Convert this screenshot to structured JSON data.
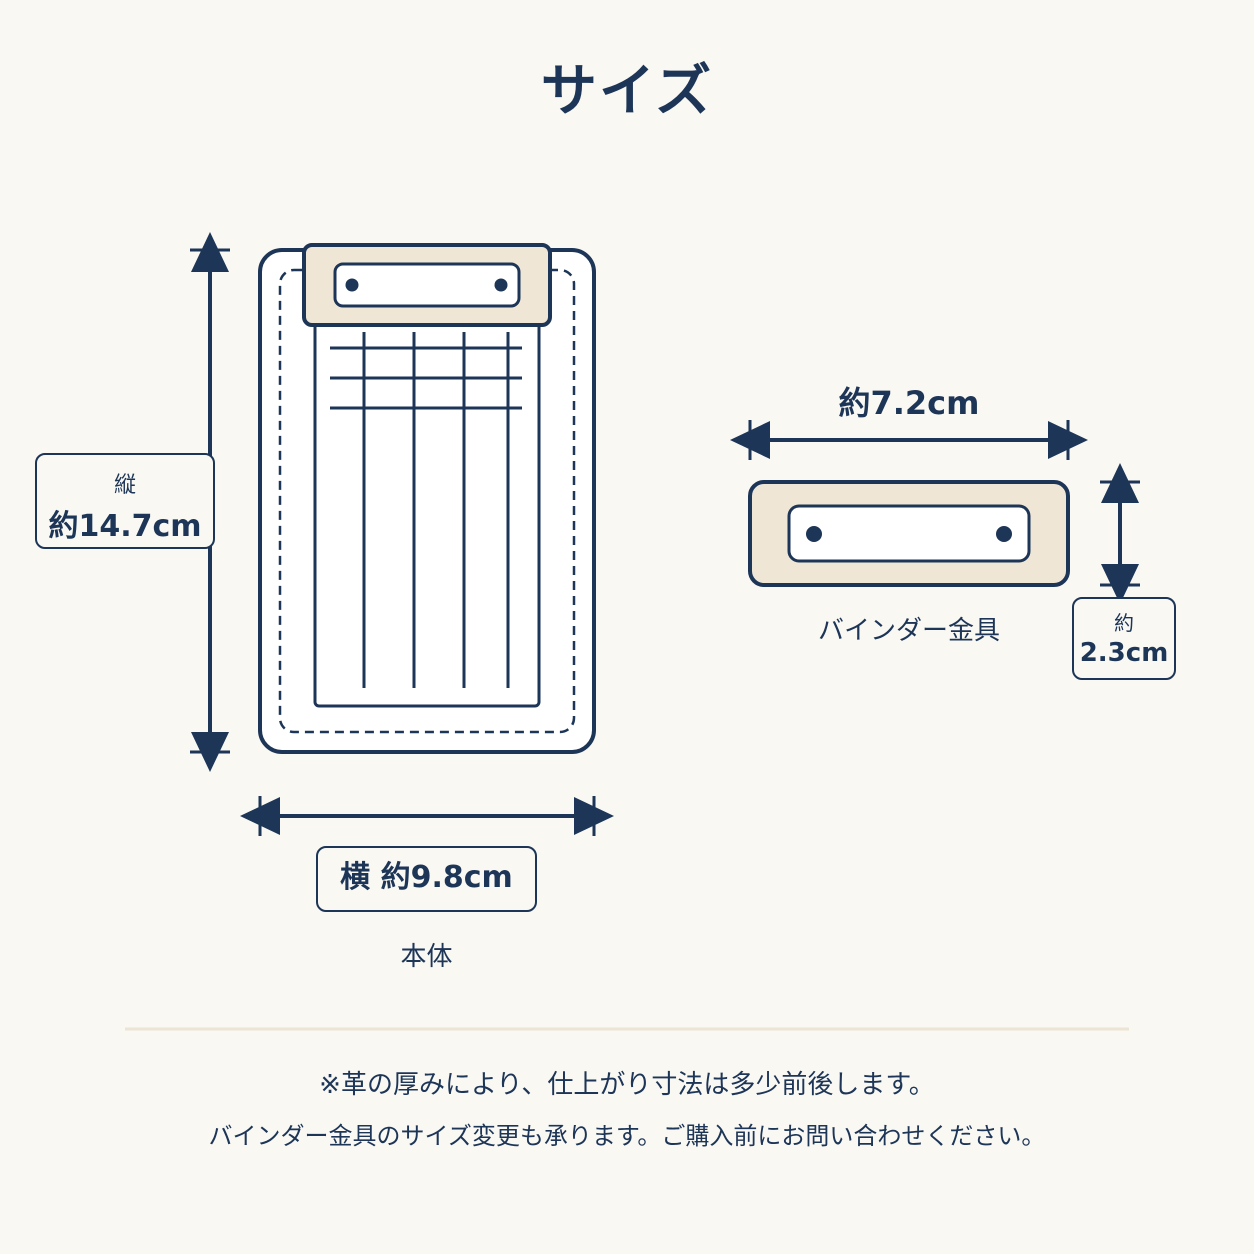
{
  "title": "サイズ",
  "body": {
    "height_label_top": "縦",
    "height_label_value": "約14.7cm",
    "width_label": "横 約9.8cm",
    "caption": "本体"
  },
  "binder": {
    "width_label": "約7.2cm",
    "height_label_top": "約",
    "height_label_value": "2.3cm",
    "caption": "バインダー金具"
  },
  "notes": [
    "※革の厚みにより、仕上がり寸法は多少前後します。",
    "バインダー金具のサイズ変更も承ります。ご購入前にお問い合わせください。"
  ],
  "colors": {
    "navy": "#1d3557",
    "background": "#f9f8f3",
    "binder_fill": "#efe6d6",
    "divider": "#ece4d5"
  }
}
